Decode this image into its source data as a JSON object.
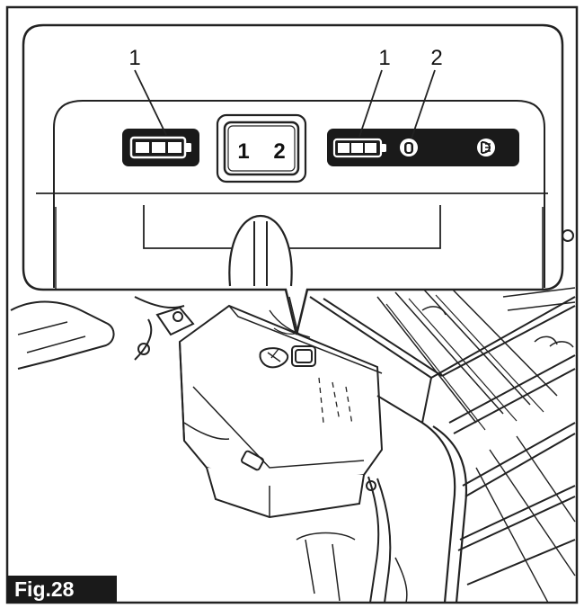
{
  "figure": {
    "label": "Fig.28"
  },
  "callouts": [
    {
      "id": "left-battery",
      "number": "1"
    },
    {
      "id": "right-battery",
      "number": "1"
    },
    {
      "id": "key-indicator",
      "number": "2"
    }
  ],
  "display_panel": {
    "selector_digits": [
      "1",
      "2"
    ]
  }
}
